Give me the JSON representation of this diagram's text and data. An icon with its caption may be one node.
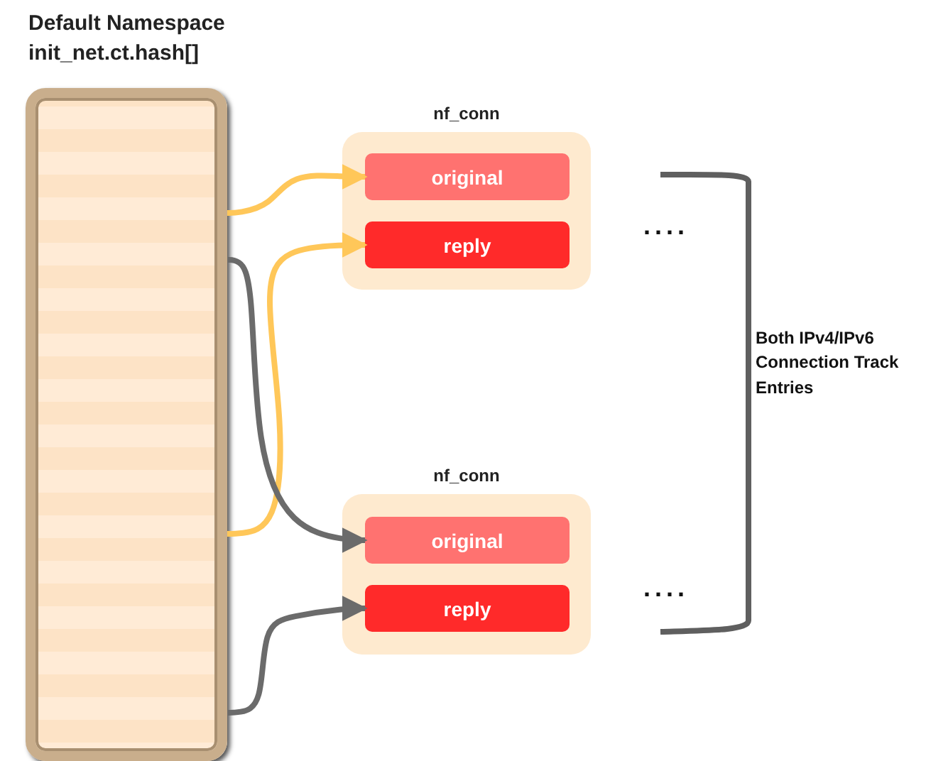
{
  "diagram": {
    "nodes": [
      {
        "text": [
          "Default Namespace init_net.ct.hash[]"
        ]
      },
      {
        "text": [
          "nf_conn"
        ]
      },
      {
        "text": [
          "original"
        ],
        "in": 1
      },
      {
        "text": [
          "reply"
        ],
        "in": 1
      },
      {
        "text": [
          "nf_conn"
        ]
      },
      {
        "text": [
          "original"
        ],
        "in": 4
      },
      {
        "text": [
          "reply"
        ],
        "in": 4
      }
    ],
    "edges": [
      {
        "from": 0,
        "to": 2,
        "arrow": "to",
        "color": "#ffc759"
      },
      {
        "from": 0,
        "to": 3,
        "arrow": "to",
        "color": "#ffc759"
      },
      {
        "from": 0,
        "to": 5,
        "arrow": "to",
        "color": "#6b6b6b"
      },
      {
        "from": 0,
        "to": 6,
        "arrow": "to",
        "color": "#6b6b6b"
      }
    ],
    "labels": [
      "....",
      "....",
      "Both IPv4/IPv6 Connection Track Entries"
    ]
  }
}
